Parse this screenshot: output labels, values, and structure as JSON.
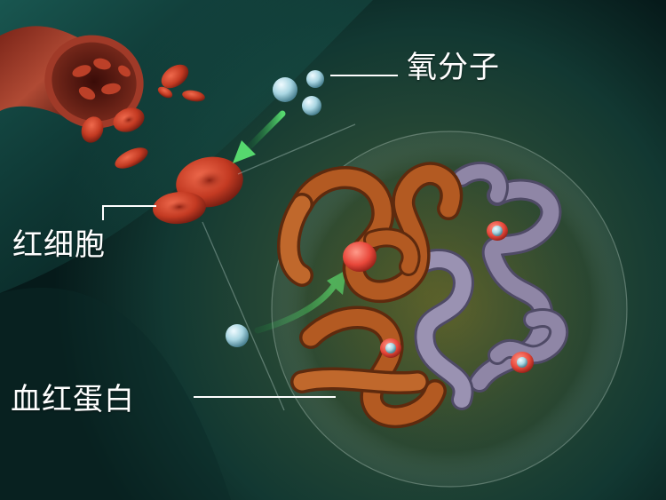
{
  "labels": {
    "oxygen": "氧分子",
    "red_blood_cell": "红细胞",
    "hemoglobin": "血红蛋白"
  },
  "colors": {
    "background_dark": "#061a1a",
    "background_teal": "#1f6b63",
    "vessel": "#9b3a2c",
    "red_blood_cell": "#c33a22",
    "globin_chain_orange": "#b35a22",
    "globin_chain_purple": "#8f86a6",
    "oxygen": "#a9d6e2",
    "arrow": "#3fbf57",
    "leader_line": "#ffffff"
  }
}
